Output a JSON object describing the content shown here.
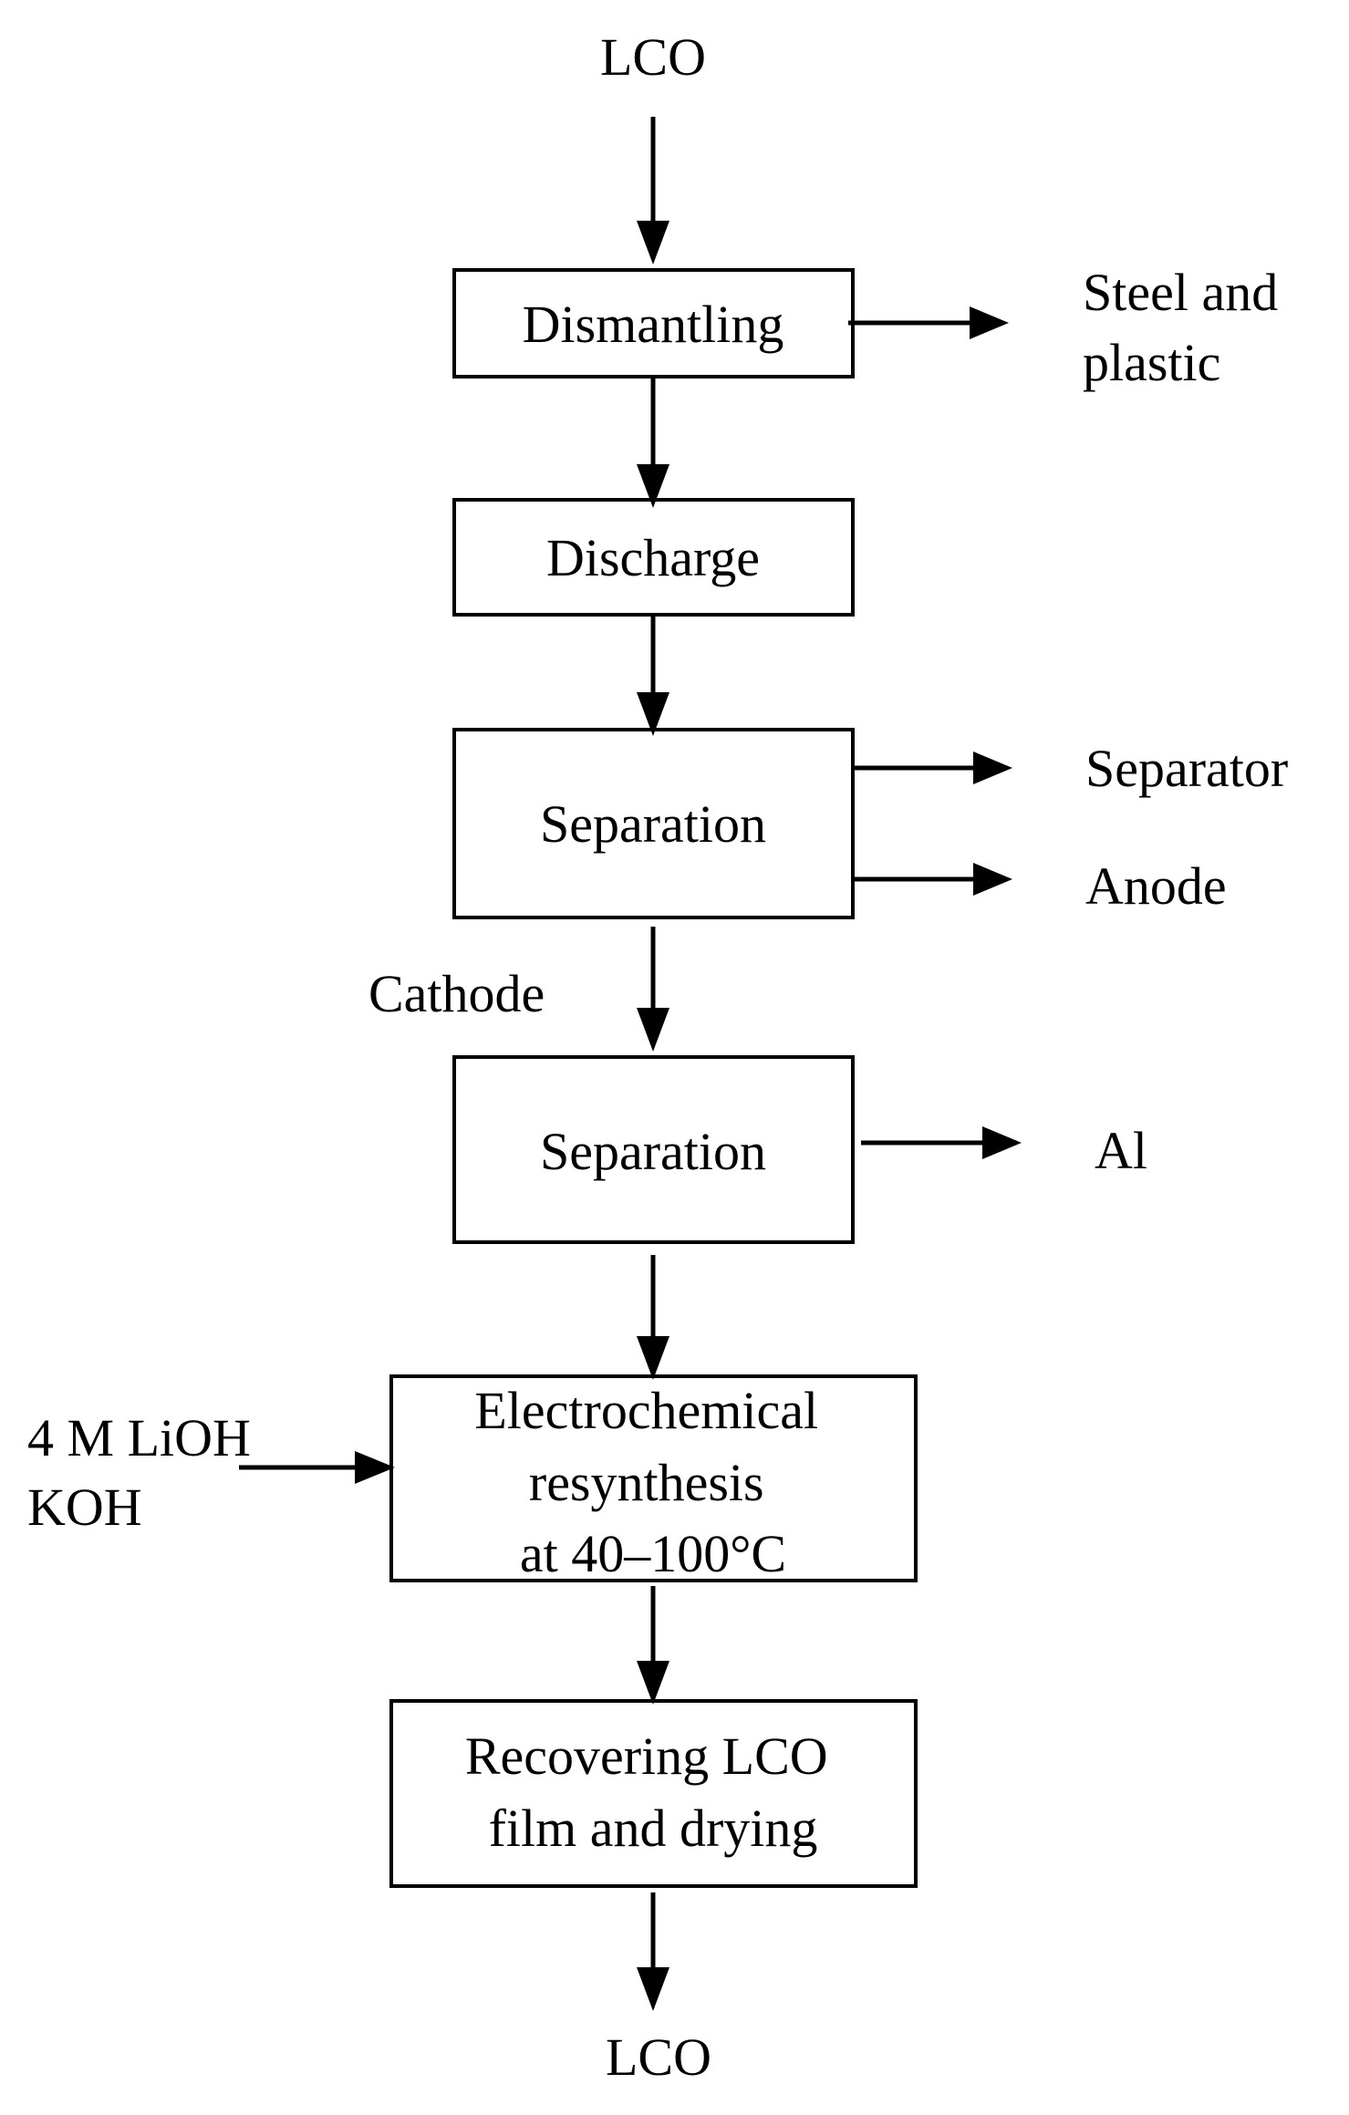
{
  "input_label": "LCO",
  "output_label": "LCO",
  "steps": {
    "dismantling": [
      "Dismantling"
    ],
    "discharge": [
      "Discharge"
    ],
    "separation1": [
      "Separation"
    ],
    "separation2": [
      "Separation"
    ],
    "electrochemical": [
      "Electrochemical",
      "resynthesis",
      "at 40–100°C"
    ],
    "recovering": [
      "Recovering LCO",
      "film and drying"
    ]
  },
  "outputs": {
    "steel_plastic": [
      "Steel and",
      "plastic"
    ],
    "separator": [
      "Separator"
    ],
    "anode": [
      "Anode"
    ],
    "al": [
      "Al"
    ]
  },
  "cathode_label": "Cathode",
  "reagents": [
    "4 M LiOH",
    "KOH"
  ]
}
